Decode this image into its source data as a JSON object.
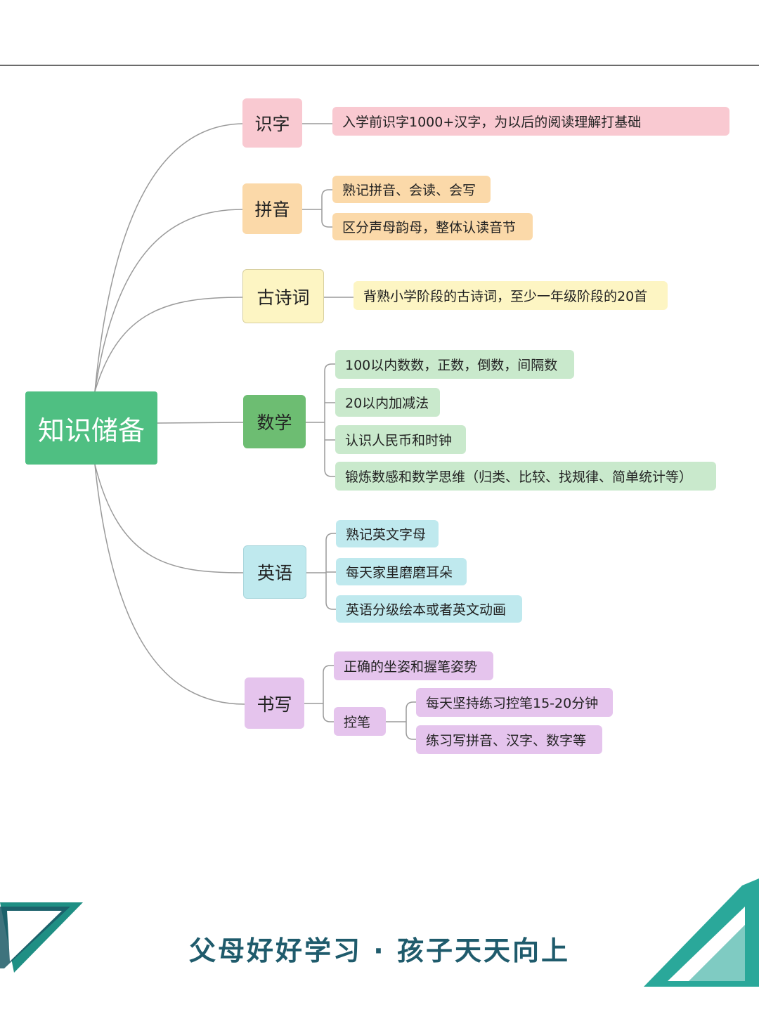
{
  "root": "知识储备",
  "branches": {
    "shizi": {
      "label": "识字",
      "items": [
        "入学前识字1000+汉字，为以后的阅读理解打基础"
      ]
    },
    "pinyin": {
      "label": "拼音",
      "items": [
        "熟记拼音、会读、会写",
        "区分声母韵母，整体认读音节"
      ]
    },
    "gushici": {
      "label": "古诗词",
      "items": [
        "背熟小学阶段的古诗词，至少一年级阶段的20首"
      ]
    },
    "shuxue": {
      "label": "数学",
      "items": [
        "100以内数数，正数，倒数，间隔数",
        "20以内加减法",
        "认识人民币和时钟",
        "锻炼数感和数学思维（归类、比较、找规律、简单统计等）"
      ]
    },
    "yingyu": {
      "label": "英语",
      "items": [
        "熟记英文字母",
        "每天家里磨磨耳朵",
        "英语分级绘本或者英文动画"
      ]
    },
    "shuxie": {
      "label": "书写",
      "items": [
        "正确的坐姿和握笔姿势"
      ],
      "sub": {
        "label": "控笔",
        "items": [
          "每天坚持练习控笔15-20分钟",
          "练习写拼音、汉字、数字等"
        ]
      }
    }
  },
  "footer": {
    "slogan": "父母好好学习 · 孩子天天向上"
  },
  "colors": {
    "root": "#4fbf82",
    "pink": "#f9c9d1",
    "orange": "#fbd9a9",
    "yellow": "#fdf5c3",
    "green": "#c9e9cc",
    "cyan": "#bfe9ee",
    "purple": "#e5c4ed",
    "teal": "#1f8f84"
  }
}
